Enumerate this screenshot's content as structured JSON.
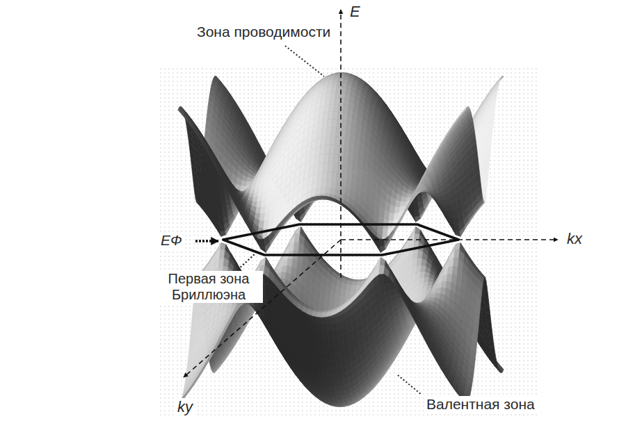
{
  "diagram": {
    "labels": [
      "E",
      "Зона проводимости",
      "EФ",
      "kx",
      "Первая зона Бриллюэна",
      "ky",
      "Валентная зона"
    ]
  }
}
